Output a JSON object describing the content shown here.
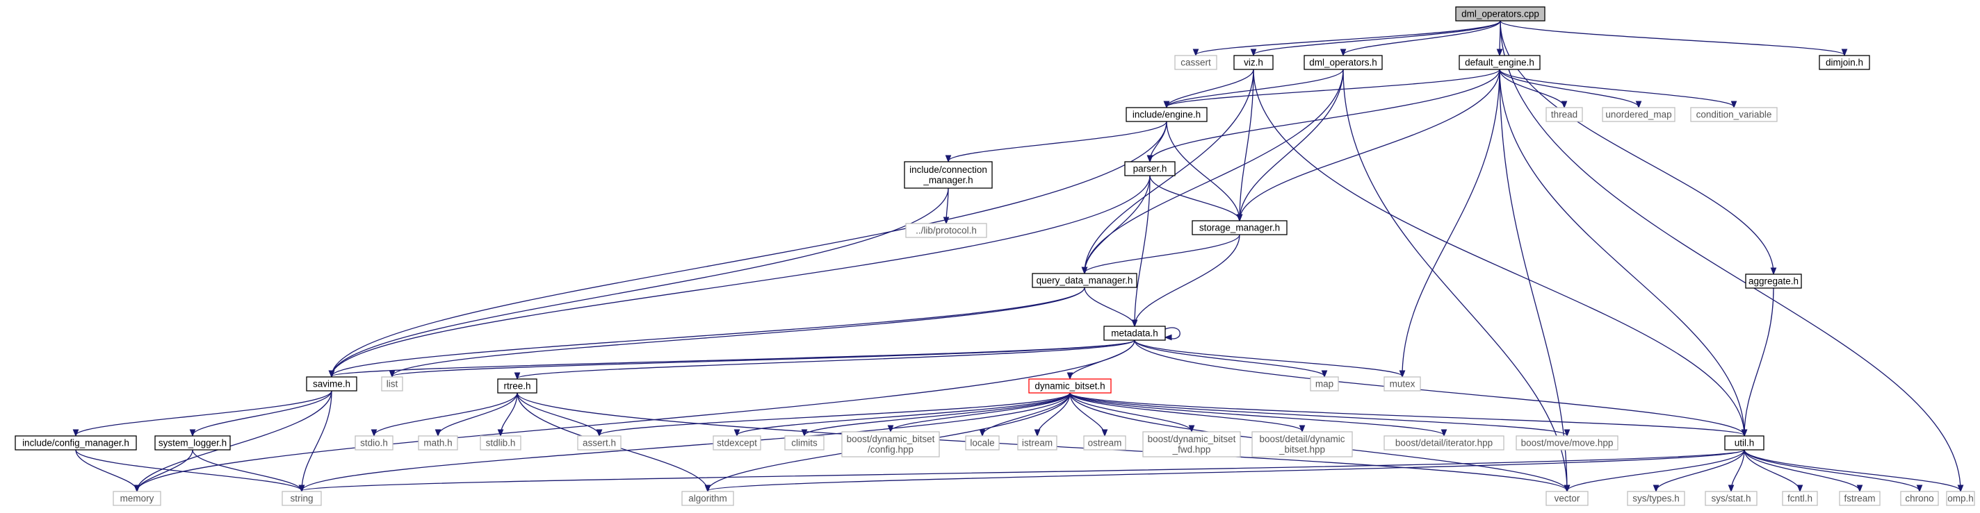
{
  "colors": {
    "edge": "#191970",
    "box_border": "#000000",
    "box_border_external": "#bfbfbf",
    "box_border_incomplete": "#ff0000",
    "box_fill_root": "#bfbfbf",
    "box_fill": "#ffffff",
    "text": "#000000",
    "text_external": "#555555"
  },
  "nodes": [
    {
      "id": "dml_operators_cpp",
      "label": "dml_operators.cpp",
      "style": "root"
    },
    {
      "id": "cassert",
      "label": "cassert",
      "style": "external"
    },
    {
      "id": "viz_h",
      "label": "viz.h",
      "style": "normal"
    },
    {
      "id": "dml_operators_h",
      "label": "dml_operators.h",
      "style": "normal"
    },
    {
      "id": "default_engine_h",
      "label": "default_engine.h",
      "style": "normal"
    },
    {
      "id": "dimjoin_h",
      "label": "dimjoin.h",
      "style": "normal"
    },
    {
      "id": "include_engine_h",
      "label": "include/engine.h",
      "style": "normal"
    },
    {
      "id": "thread",
      "label": "thread",
      "style": "external"
    },
    {
      "id": "unordered_map",
      "label": "unordered_map",
      "style": "external"
    },
    {
      "id": "condition_variable",
      "label": "condition_variable",
      "style": "external"
    },
    {
      "id": "include_connection_manager_h",
      "label": "include/connection\n_manager.h",
      "style": "normal"
    },
    {
      "id": "parser_h",
      "label": "parser.h",
      "style": "normal"
    },
    {
      "id": "lib_protocol_h",
      "label": "../lib/protocol.h",
      "style": "external"
    },
    {
      "id": "storage_manager_h",
      "label": "storage_manager.h",
      "style": "normal"
    },
    {
      "id": "aggregate_h",
      "label": "aggregate.h",
      "style": "normal"
    },
    {
      "id": "query_data_manager_h",
      "label": "query_data_manager.h",
      "style": "normal"
    },
    {
      "id": "metadata_h",
      "label": "metadata.h",
      "style": "normal"
    },
    {
      "id": "savime_h",
      "label": "savime.h",
      "style": "normal"
    },
    {
      "id": "list",
      "label": "list",
      "style": "external"
    },
    {
      "id": "rtree_h",
      "label": "rtree.h",
      "style": "normal"
    },
    {
      "id": "dynamic_bitset_h",
      "label": "dynamic_bitset.h",
      "style": "incomplete"
    },
    {
      "id": "map",
      "label": "map",
      "style": "external"
    },
    {
      "id": "mutex",
      "label": "mutex",
      "style": "external"
    },
    {
      "id": "include_config_manager_h",
      "label": "include/config_manager.h",
      "style": "normal"
    },
    {
      "id": "system_logger_h",
      "label": "system_logger.h",
      "style": "normal"
    },
    {
      "id": "stdio_h",
      "label": "stdio.h",
      "style": "external"
    },
    {
      "id": "math_h",
      "label": "math.h",
      "style": "external"
    },
    {
      "id": "stdlib_h",
      "label": "stdlib.h",
      "style": "external"
    },
    {
      "id": "assert_h",
      "label": "assert.h",
      "style": "external"
    },
    {
      "id": "stdexcept",
      "label": "stdexcept",
      "style": "external"
    },
    {
      "id": "climits",
      "label": "climits",
      "style": "external"
    },
    {
      "id": "boost_dynamic_bitset_config",
      "label": "boost/dynamic_bitset\n/config.hpp",
      "style": "external"
    },
    {
      "id": "locale",
      "label": "locale",
      "style": "external"
    },
    {
      "id": "istream",
      "label": "istream",
      "style": "external"
    },
    {
      "id": "ostream",
      "label": "ostream",
      "style": "external"
    },
    {
      "id": "boost_dynamic_bitset_fwd",
      "label": "boost/dynamic_bitset\n_fwd.hpp",
      "style": "external"
    },
    {
      "id": "boost_detail_dynamic_bitset",
      "label": "boost/detail/dynamic\n_bitset.hpp",
      "style": "external"
    },
    {
      "id": "boost_detail_iterator",
      "label": "boost/detail/iterator.hpp",
      "style": "external"
    },
    {
      "id": "boost_move_move",
      "label": "boost/move/move.hpp",
      "style": "external"
    },
    {
      "id": "util_h",
      "label": "util.h",
      "style": "normal"
    },
    {
      "id": "memory",
      "label": "memory",
      "style": "external"
    },
    {
      "id": "string",
      "label": "string",
      "style": "external"
    },
    {
      "id": "algorithm",
      "label": "algorithm",
      "style": "external"
    },
    {
      "id": "vector",
      "label": "vector",
      "style": "external"
    },
    {
      "id": "sys_types_h",
      "label": "sys/types.h",
      "style": "external"
    },
    {
      "id": "sys_stat_h",
      "label": "sys/stat.h",
      "style": "external"
    },
    {
      "id": "fcntl_h",
      "label": "fcntl.h",
      "style": "external"
    },
    {
      "id": "fstream",
      "label": "fstream",
      "style": "external"
    },
    {
      "id": "chrono",
      "label": "chrono",
      "style": "external"
    },
    {
      "id": "omp_h",
      "label": "omp.h",
      "style": "external"
    }
  ],
  "edges": [
    [
      "dml_operators_cpp",
      "cassert"
    ],
    [
      "dml_operators_cpp",
      "viz_h"
    ],
    [
      "dml_operators_cpp",
      "dml_operators_h"
    ],
    [
      "dml_operators_cpp",
      "default_engine_h"
    ],
    [
      "dml_operators_cpp",
      "dimjoin_h"
    ],
    [
      "dml_operators_cpp",
      "aggregate_h"
    ],
    [
      "dml_operators_cpp",
      "omp_h"
    ],
    [
      "viz_h",
      "include_engine_h"
    ],
    [
      "viz_h",
      "query_data_manager_h"
    ],
    [
      "viz_h",
      "storage_manager_h"
    ],
    [
      "viz_h",
      "util_h"
    ],
    [
      "dml_operators_h",
      "include_engine_h"
    ],
    [
      "dml_operators_h",
      "query_data_manager_h"
    ],
    [
      "dml_operators_h",
      "storage_manager_h"
    ],
    [
      "dml_operators_h",
      "vector"
    ],
    [
      "default_engine_h",
      "include_engine_h"
    ],
    [
      "default_engine_h",
      "thread"
    ],
    [
      "default_engine_h",
      "unordered_map"
    ],
    [
      "default_engine_h",
      "condition_variable"
    ],
    [
      "default_engine_h",
      "parser_h"
    ],
    [
      "default_engine_h",
      "storage_manager_h"
    ],
    [
      "default_engine_h",
      "mutex"
    ],
    [
      "default_engine_h",
      "vector"
    ],
    [
      "default_engine_h",
      "util_h"
    ],
    [
      "include_engine_h",
      "include_connection_manager_h"
    ],
    [
      "include_engine_h",
      "parser_h"
    ],
    [
      "include_engine_h",
      "storage_manager_h"
    ],
    [
      "include_engine_h",
      "savime_h"
    ],
    [
      "include_connection_manager_h",
      "lib_protocol_h"
    ],
    [
      "include_connection_manager_h",
      "savime_h"
    ],
    [
      "parser_h",
      "storage_manager_h"
    ],
    [
      "parser_h",
      "query_data_manager_h"
    ],
    [
      "parser_h",
      "metadata_h"
    ],
    [
      "parser_h",
      "savime_h"
    ],
    [
      "storage_manager_h",
      "query_data_manager_h"
    ],
    [
      "storage_manager_h",
      "metadata_h"
    ],
    [
      "query_data_manager_h",
      "metadata_h"
    ],
    [
      "query_data_manager_h",
      "savime_h"
    ],
    [
      "query_data_manager_h",
      "list"
    ],
    [
      "aggregate_h",
      "util_h"
    ],
    [
      "metadata_h",
      "metadata_h"
    ],
    [
      "metadata_h",
      "savime_h"
    ],
    [
      "metadata_h",
      "list"
    ],
    [
      "metadata_h",
      "rtree_h"
    ],
    [
      "metadata_h",
      "dynamic_bitset_h"
    ],
    [
      "metadata_h",
      "map"
    ],
    [
      "metadata_h",
      "mutex"
    ],
    [
      "metadata_h",
      "memory"
    ],
    [
      "metadata_h",
      "util_h"
    ],
    [
      "savime_h",
      "include_config_manager_h"
    ],
    [
      "savime_h",
      "system_logger_h"
    ],
    [
      "savime_h",
      "memory"
    ],
    [
      "savime_h",
      "string"
    ],
    [
      "include_config_manager_h",
      "memory"
    ],
    [
      "include_config_manager_h",
      "string"
    ],
    [
      "system_logger_h",
      "memory"
    ],
    [
      "system_logger_h",
      "string"
    ],
    [
      "rtree_h",
      "stdio_h"
    ],
    [
      "rtree_h",
      "math_h"
    ],
    [
      "rtree_h",
      "stdlib_h"
    ],
    [
      "rtree_h",
      "assert_h"
    ],
    [
      "rtree_h",
      "algorithm"
    ],
    [
      "rtree_h",
      "vector"
    ],
    [
      "dynamic_bitset_h",
      "assert_h"
    ],
    [
      "dynamic_bitset_h",
      "string"
    ],
    [
      "dynamic_bitset_h",
      "stdexcept"
    ],
    [
      "dynamic_bitset_h",
      "algorithm"
    ],
    [
      "dynamic_bitset_h",
      "vector"
    ],
    [
      "dynamic_bitset_h",
      "climits"
    ],
    [
      "dynamic_bitset_h",
      "boost_dynamic_bitset_config"
    ],
    [
      "dynamic_bitset_h",
      "locale"
    ],
    [
      "dynamic_bitset_h",
      "istream"
    ],
    [
      "dynamic_bitset_h",
      "ostream"
    ],
    [
      "dynamic_bitset_h",
      "boost_dynamic_bitset_fwd"
    ],
    [
      "dynamic_bitset_h",
      "boost_detail_dynamic_bitset"
    ],
    [
      "dynamic_bitset_h",
      "boost_detail_iterator"
    ],
    [
      "dynamic_bitset_h",
      "boost_move_move"
    ],
    [
      "dynamic_bitset_h",
      "util_h"
    ],
    [
      "util_h",
      "string"
    ],
    [
      "util_h",
      "algorithm"
    ],
    [
      "util_h",
      "vector"
    ],
    [
      "util_h",
      "sys_types_h"
    ],
    [
      "util_h",
      "sys_stat_h"
    ],
    [
      "util_h",
      "fcntl_h"
    ],
    [
      "util_h",
      "fstream"
    ],
    [
      "util_h",
      "chrono"
    ],
    [
      "util_h",
      "omp_h"
    ]
  ]
}
